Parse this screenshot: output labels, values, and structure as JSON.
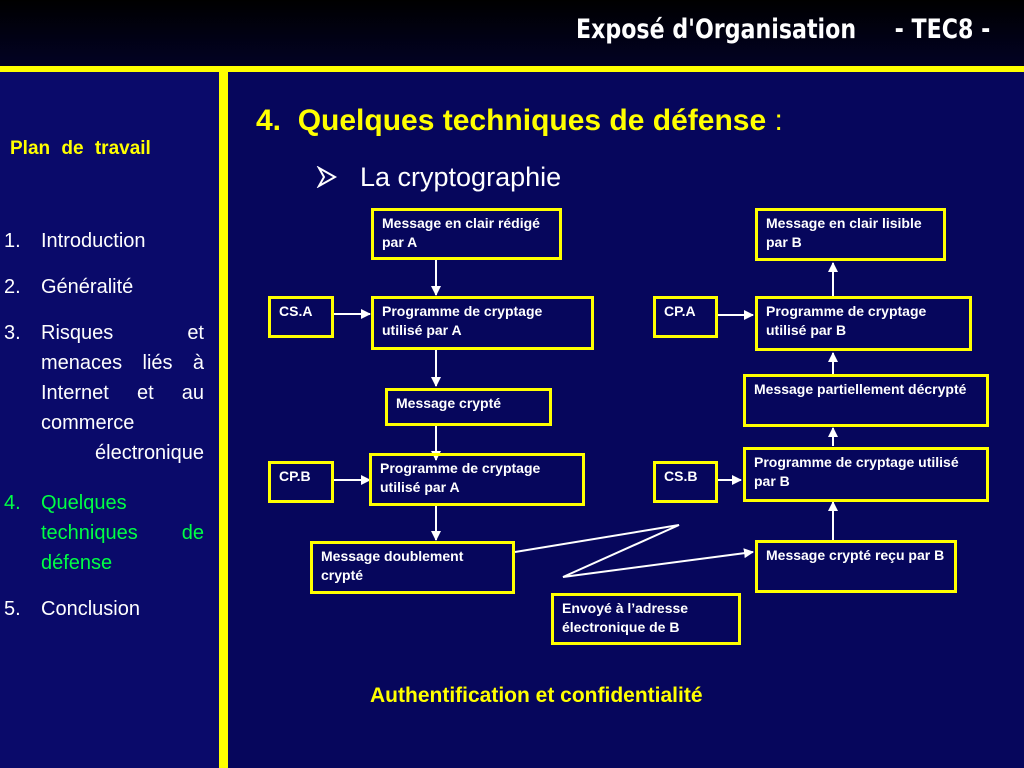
{
  "header": {
    "title": "Exposé d'Organisation     - TEC8 -"
  },
  "sidebar": {
    "title": "Plan  de  travail",
    "items": [
      {
        "num": "1.",
        "label": "Introduction"
      },
      {
        "num": "2.",
        "label": "Généralité"
      },
      {
        "num": "3.",
        "label": "Risques et menaces liés à Internet et au commerce électronique"
      },
      {
        "num": "4.",
        "label": "Quelques techniques de défense"
      },
      {
        "num": "5.",
        "label": "Conclusion"
      }
    ]
  },
  "main": {
    "heading_number": "4.",
    "heading_text": "Quelques techniques de défense",
    "heading_colon": ":",
    "subheading": "La cryptographie",
    "caption": "Authentification et confidentialité"
  },
  "diagram": {
    "nodes": {
      "msg_clair_a": "Message en clair rédigé par A",
      "cs_a": "CS.A",
      "prog_a1": "Programme de cryptage utilisé par A",
      "msg_crypte": "Message crypté",
      "cp_b": "CP.B",
      "prog_a2": "Programme de cryptage  utilisé par A",
      "msg_double": "Message doublement crypté",
      "envoye": "Envoyé à l’adresse électronique de B",
      "msg_recu": "Message crypté reçu par B",
      "cs_b": "CS.B",
      "prog_b1": "Programme de cryptage utilisé par B",
      "msg_partiel": "Message partiellement décrypté",
      "cp_a": "CP.A",
      "prog_b2": "Programme de cryptage  utilisé par B",
      "msg_clair_b": "Message en clair lisible par B"
    }
  },
  "colors": {
    "background": "#02034f",
    "accent": "#ffff00",
    "active": "#00ff44",
    "text": "#ffffff"
  }
}
